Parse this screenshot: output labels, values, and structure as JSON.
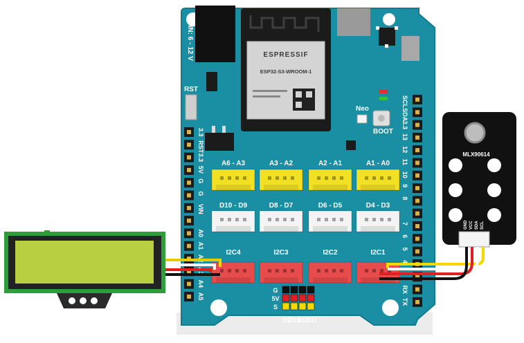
{
  "board": {
    "power_label": "VIN: 6 - 12 V",
    "rst_label": "RST",
    "neo_label": "Neo",
    "boot_label": "BOOT",
    "module": {
      "brand": "ESPRESSIF",
      "model": "ESP32-S3-WROOM-1"
    },
    "left_header_labels": [
      "3.3",
      "RST",
      "3.3",
      "5V",
      "G",
      "G",
      "VIN",
      "",
      "A0",
      "A1",
      "A2",
      "A3",
      "A4",
      "A5"
    ],
    "right_header_labels": [
      "SCL",
      "SDA",
      "3.3",
      "13",
      "12",
      "11",
      "10",
      "9",
      "8",
      "",
      "7",
      "6",
      "5",
      "4",
      "",
      "RX",
      "TX"
    ],
    "analog_connectors": [
      "A6 - A3",
      "A3 - A2",
      "A2 - A1",
      "A1 - A0"
    ],
    "digital_connectors": [
      "D10 - D9",
      "D8 - D7",
      "D6 - D5",
      "D4 - D3"
    ],
    "i2c_connectors": [
      "I2C4",
      "I2C3",
      "I2C2",
      "I2C1"
    ],
    "bottom_pin_labels": {
      "rows": [
        "G",
        "5V",
        "S"
      ],
      "cols": [
        "D2",
        "D13",
        "D12",
        "D11"
      ]
    }
  },
  "sensor": {
    "name": "MLX90614",
    "pins": [
      "GND",
      "VCC",
      "SDA",
      "SCL"
    ]
  },
  "colors": {
    "board": "#1a8fa3",
    "board_edge": "#137a8c",
    "analog": "#f2e025",
    "digital": "#f4f4f4",
    "i2c": "#e84b4b",
    "lcd_screen": "#b7cf40",
    "lcd_pcb": "#2d9e3a",
    "sensor_body": "#111111",
    "wire_black": "#111111",
    "wire_red": "#e02020",
    "wire_yellow": "#f5d800",
    "wire_white": "#ffffff"
  }
}
